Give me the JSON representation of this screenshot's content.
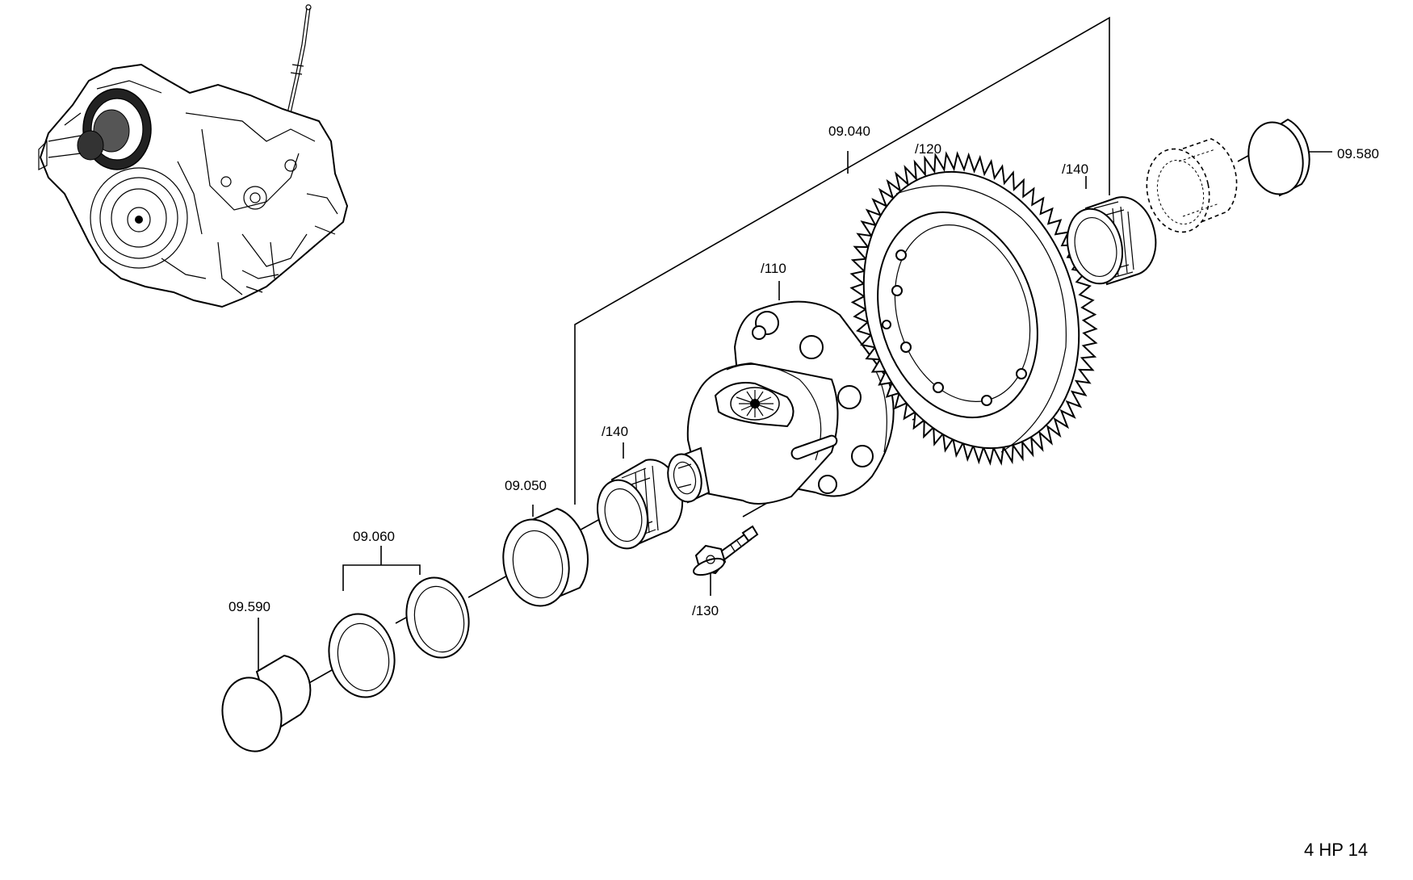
{
  "labels": {
    "assembly_09040": "09.040",
    "gear_120": "/120",
    "bearing_140_right": "/140",
    "cover_09580": "09.580",
    "housing_110": "/110",
    "bearing_140_left": "/140",
    "ring_09050": "09.050",
    "shims_09060": "09.060",
    "bolt_130": "/130",
    "cap_09590": "09.590"
  },
  "model_code": "4 HP 14",
  "colors": {
    "line": "#000000",
    "background": "#ffffff"
  }
}
